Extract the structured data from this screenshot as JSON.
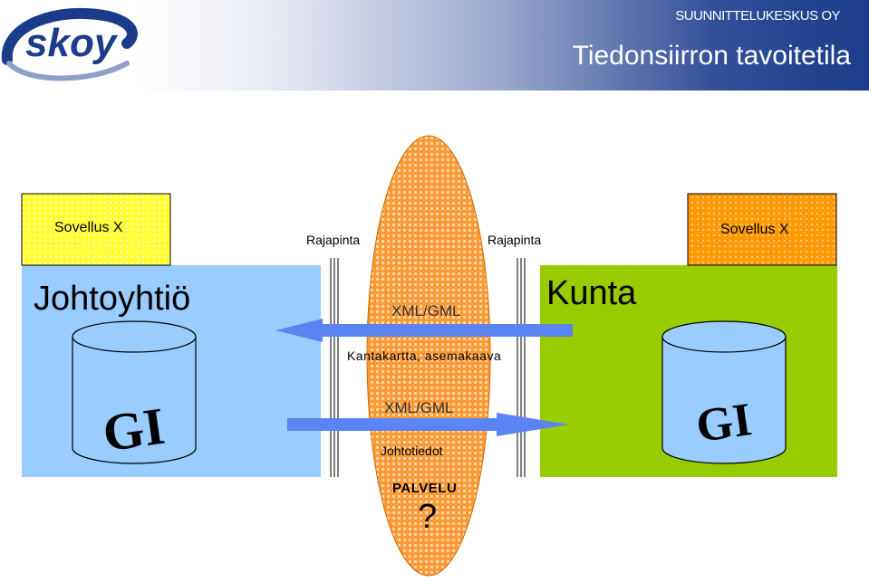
{
  "header": {
    "company": "SUUNNITTELUKESKUS OY",
    "title": "Tiedonsiirron tavoitetila",
    "logo_text": "skoy"
  },
  "colors": {
    "left_panel": "#99ccff",
    "right_panel": "#99cc00",
    "yellow_box": "#ffff33",
    "orange_box": "#ff9900",
    "ellipse": "#ff9933",
    "arrow": "#5b84f3",
    "cylinder": "#99ccff",
    "header_blue": "#1a3c8a"
  },
  "left": {
    "app_label": "Sovellus X",
    "org_label": "Johtoyhtiö",
    "db_label": "GI"
  },
  "right": {
    "app_label": "Sovellus X",
    "org_label": "Kunta",
    "db_label": "GI"
  },
  "interfaces": {
    "left_label": "Rajapinta",
    "right_label": "Rajapinta"
  },
  "flows": {
    "top_format": "XML/GML",
    "top_content": "Kantakartta, asemakaava",
    "bottom_format": "XML/GML",
    "bottom_content": "Johtotiedot"
  },
  "service": {
    "label": "PALVELU",
    "question": "?"
  }
}
